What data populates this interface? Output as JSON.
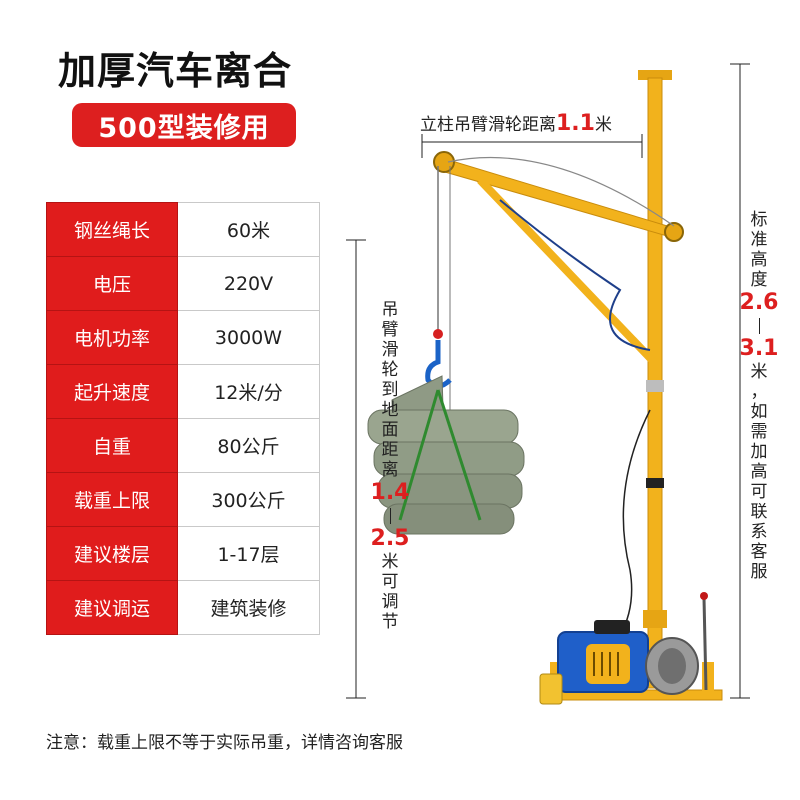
{
  "heading": {
    "title": "加厚汽车离合",
    "badge": "500型装修用"
  },
  "specs": [
    {
      "key": "钢丝绳长",
      "value": "60米"
    },
    {
      "key": "电压",
      "value": "220V"
    },
    {
      "key": "电机功率",
      "value": "3000W"
    },
    {
      "key": "起升速度",
      "value": "12米/分"
    },
    {
      "key": "自重",
      "value": "80公斤"
    },
    {
      "key": "载重上限",
      "value": "300公斤"
    },
    {
      "key": "建议楼层",
      "value": "1-17层"
    },
    {
      "key": "建议调运",
      "value": "建筑装修"
    }
  ],
  "dimensions": {
    "arm": {
      "label": "立柱吊臂滑轮距离",
      "value": "1.1",
      "unit": "米"
    },
    "hook": {
      "label": "吊臂滑轮到地面距离",
      "min": "1.4",
      "max": "2.5",
      "unit": "米可调节"
    },
    "height": {
      "label": "标准高度",
      "min": "2.6",
      "max": "3.1",
      "unit": "米，如需加高可联系客服"
    }
  },
  "note": "注意：载重上限不等于实际吊重，详情咨询客服",
  "colors": {
    "accent": "#dd1f1f",
    "crane": "#f2b21c",
    "motor": "#1f5fc9"
  }
}
